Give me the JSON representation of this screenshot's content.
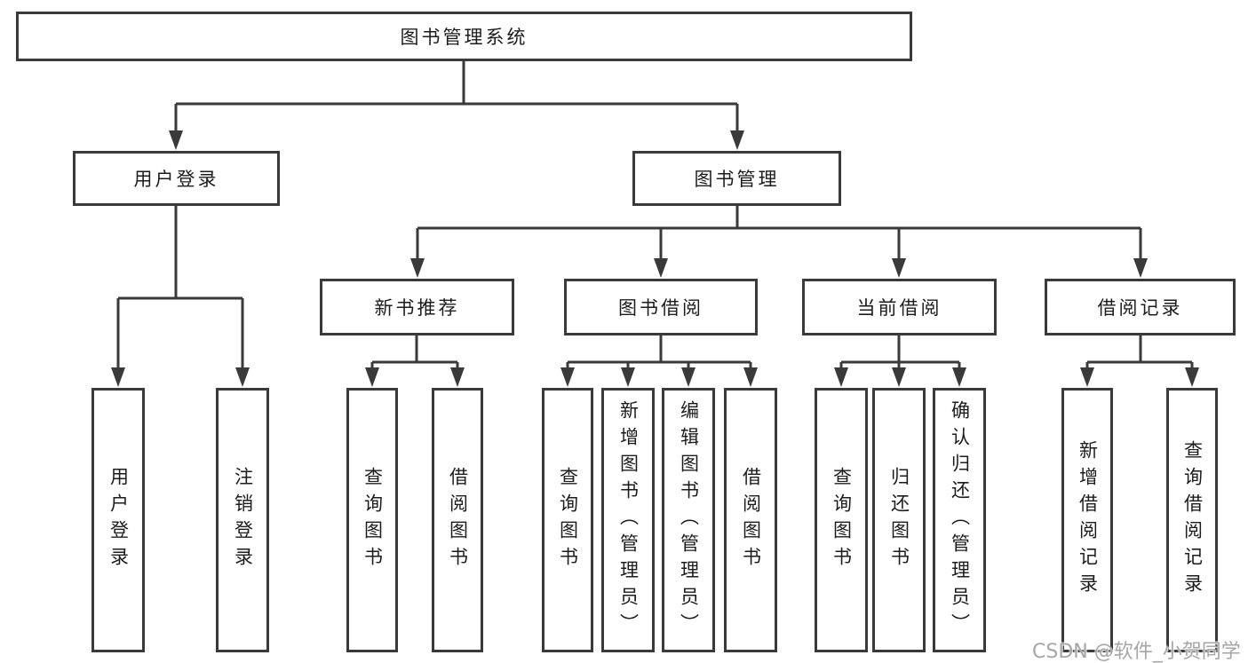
{
  "diagram": {
    "root": {
      "label": "图书管理系统",
      "children": [
        {
          "label": "用户登录",
          "children": [
            {
              "label": "用户登录"
            },
            {
              "label": "注销登录"
            }
          ]
        },
        {
          "label": "图书管理",
          "children": [
            {
              "label": "新书推荐",
              "children": [
                {
                  "label": "查询图书"
                },
                {
                  "label": "借阅图书"
                }
              ]
            },
            {
              "label": "图书借阅",
              "children": [
                {
                  "label": "查询图书"
                },
                {
                  "label": "新增图书（管理员）"
                },
                {
                  "label": "编辑图书（管理员）"
                },
                {
                  "label": "借阅图书"
                }
              ]
            },
            {
              "label": "当前借阅",
              "children": [
                {
                  "label": "查询图书"
                },
                {
                  "label": "归还图书"
                },
                {
                  "label": "确认归还（管理员）"
                }
              ]
            },
            {
              "label": "借阅记录",
              "children": [
                {
                  "label": "新增借阅记录"
                },
                {
                  "label": "查询借阅记录"
                }
              ]
            }
          ]
        }
      ]
    }
  },
  "watermark": {
    "text": "CSDN @软件_小贺同学"
  },
  "colors": {
    "line": "#3a3a3a",
    "text": "#1c1c1c",
    "background": "#ffffff",
    "watermark": "#a6a6a6"
  }
}
